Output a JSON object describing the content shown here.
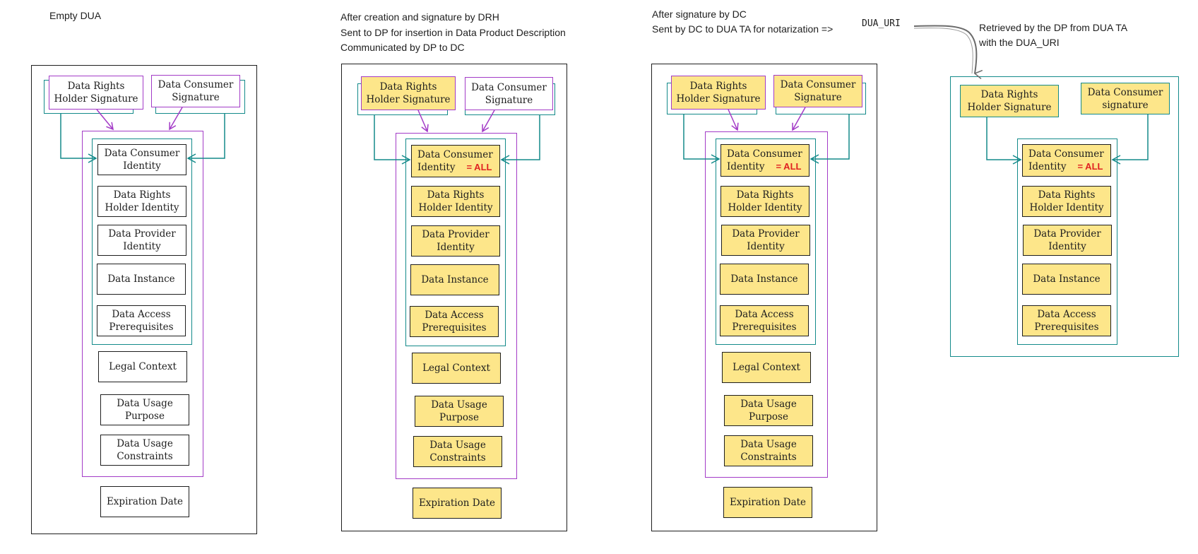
{
  "captions": {
    "panel1": "Empty DUA",
    "panel2_line1": "After creation and signature by DRH",
    "panel2_line2": "Sent to DP for insertion in Data Product Description",
    "panel2_line3": "Communicated by DP to DC",
    "panel3_line1": "After signature by DC",
    "panel3_line2": "Sent by DC to DUA TA for notarization =>",
    "panel4_line1": "Retrieved by the DP from DUA TA",
    "panel4_line2": "with the DUA_URI"
  },
  "uri_label": "DUA_URI",
  "signatures": {
    "drh_l1": "Data Rights",
    "drh_l2": "Holder Signature",
    "dc_l1": "Data Consumer",
    "dc_l2": "Signature",
    "dc_l2_lower": "signature"
  },
  "fields": {
    "dci_l1": "Data Consumer",
    "dci_l2": "Identity",
    "all_tag": "= ALL",
    "drhi_l1": "Data Rights",
    "drhi_l2": "Holder Identity",
    "dpi_l1": "Data Provider",
    "dpi_l2": "Identity",
    "instance": "Data Instance",
    "dap_l1": "Data Access",
    "dap_l2": "Prerequisites",
    "legal": "Legal Context",
    "dup_l1": "Data Usage",
    "dup_l2": "Purpose",
    "duc_l1": "Data Usage",
    "duc_l2": "Constraints",
    "expiration": "Expiration Date"
  },
  "colors": {
    "fill_yellow": "#fde68a",
    "signature_purple": "#a33bc7",
    "identity_teal": "#138a8a",
    "all_red": "#e02222"
  }
}
